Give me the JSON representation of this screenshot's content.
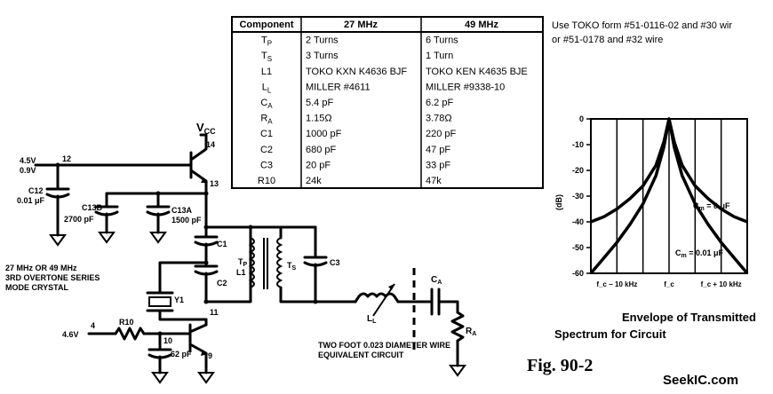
{
  "table": {
    "headers": [
      "Component",
      "27 MHz",
      "49 MHz"
    ],
    "rows": [
      {
        "component": "T_P",
        "main": "T",
        "sub": "P",
        "mhz27": "2 Turns",
        "mhz49": "6 Turns"
      },
      {
        "component": "T_S",
        "main": "T",
        "sub": "S",
        "mhz27": "3 Turns",
        "mhz49": "1 Turn"
      },
      {
        "component": "L1",
        "main": "L1",
        "sub": "",
        "mhz27": "TOKO KXN K4636 BJF",
        "mhz49": "TOKO KEN K4635 BJE"
      },
      {
        "component": "L_L",
        "main": "L",
        "sub": "L",
        "mhz27": "MILLER #4611",
        "mhz49": "MILLER #9338-10"
      },
      {
        "component": "C_A",
        "main": "C",
        "sub": "A",
        "mhz27": "5.4 pF",
        "mhz49": "6.2 pF"
      },
      {
        "component": "R_A",
        "main": "R",
        "sub": "A",
        "mhz27": "1.15Ω",
        "mhz49": "3.78Ω"
      },
      {
        "component": "C1",
        "main": "C1",
        "sub": "",
        "mhz27": "1000 pF",
        "mhz49": "220 pF"
      },
      {
        "component": "C2",
        "main": "C2",
        "sub": "",
        "mhz27": "680 pF",
        "mhz49": "47 pF"
      },
      {
        "component": "C3",
        "main": "C3",
        "sub": "",
        "mhz27": "20 pF",
        "mhz49": "33 pF"
      },
      {
        "component": "R10",
        "main": "R10",
        "sub": "",
        "mhz27": "24k",
        "mhz49": "47k"
      }
    ]
  },
  "note": {
    "line1": "Use TOKO form #51-0116-02 and #30 wir",
    "line2": "or #51-0178 and #32 wire"
  },
  "schematic": {
    "vcc": "V",
    "vcc_sub": "CC",
    "supply_v1": "4.5V",
    "supply_v2": "0.9V",
    "pin14": "14",
    "pin12": "12",
    "pin13": "13",
    "pin11": "11",
    "pin10": "10",
    "pin9": "9",
    "pin4": "4",
    "c12": "C12",
    "c12_val": "0.01 μF",
    "c13b": "C13B",
    "c13b_val": "2700 pF",
    "c13a": "C13A",
    "c13a_val": "1500 pF",
    "c1": "C1",
    "c2": "C2",
    "c3": "C3",
    "tp": "T",
    "tp_sub": "P",
    "l1": "L1",
    "ts": "T",
    "ts_sub": "S",
    "y1": "Y1",
    "r10": "R10",
    "input_v": "4.6V",
    "c_emitter_val": "62 pF",
    "ll": "L",
    "ll_sub": "L",
    "ca": "C",
    "ca_sub": "A",
    "ra": "R",
    "ra_sub": "A",
    "crystal_note": [
      "27 MHz OR 49 MHz",
      "3RD OVERTONE SERIES",
      "MODE CRYSTAL"
    ],
    "wire_note": [
      "TWO FOOT 0.023 DIAMETER WIRE",
      "EQUIVALENT CIRCUIT"
    ]
  },
  "chart_data": {
    "type": "line",
    "title": "",
    "ylabel": "(dB)",
    "xlabel": "",
    "y_ticks": [
      0,
      -10,
      -20,
      -30,
      -40,
      -50,
      -60
    ],
    "ylim": [
      -60,
      0
    ],
    "x_tick_labels": [
      "f_c − 10 kHz",
      "f_c",
      "f_c + 10 kHz"
    ],
    "x": [
      -15,
      -12.5,
      -10,
      -7.5,
      -5,
      -2.5,
      -1,
      0,
      1,
      2.5,
      5,
      7.5,
      10,
      12.5,
      15
    ],
    "series": [
      {
        "name": "C_m = 0 μF",
        "values": [
          -40,
          -38,
          -35,
          -31,
          -26,
          -18,
          -9,
          0,
          -9,
          -18,
          -26,
          -31,
          -35,
          -38,
          -40
        ]
      },
      {
        "name": "C_m = 0.01 μF",
        "values": [
          -60,
          -54,
          -48,
          -41,
          -33,
          -22,
          -11,
          0,
          -11,
          -22,
          -33,
          -41,
          -48,
          -54,
          -60
        ]
      }
    ],
    "legend_labels": [
      {
        "main": "C",
        "sub": "m",
        "rest": " = 0 μF"
      },
      {
        "main": "C",
        "sub": "m",
        "rest": " = 0.01 μF"
      }
    ],
    "grid": true
  },
  "caption": {
    "line1": "Envelope of Transmitted",
    "line2": "Spectrum for Circuit"
  },
  "figure_label": "Fig. 90-2",
  "watermark": "SeekIC.com"
}
